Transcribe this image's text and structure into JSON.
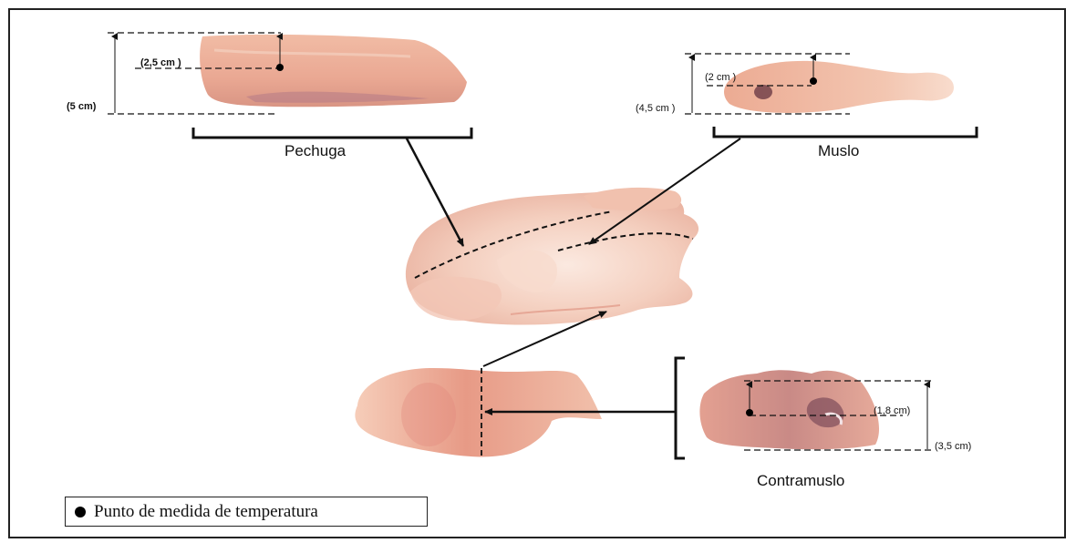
{
  "labels": {
    "pechuga": "Pechuga",
    "muslo": "Muslo",
    "contramuslo": "Contramuslo"
  },
  "dimensions": {
    "pechuga_total": "(5 cm)",
    "pechuga_point": "(2,5 cm )",
    "muslo_total": "(4,5 cm )",
    "muslo_point": "(2 cm )",
    "contramuslo_point": "(1,8 cm)",
    "contramuslo_total": "(3,5 cm)"
  },
  "legend": {
    "text": "Punto de medida de temperatura"
  },
  "colors": {
    "meat_light": "#f2c2aa",
    "meat_mid": "#e8a58c",
    "meat_dark": "#c77f72",
    "skin": "#f6d3c2",
    "line": "#111111"
  }
}
